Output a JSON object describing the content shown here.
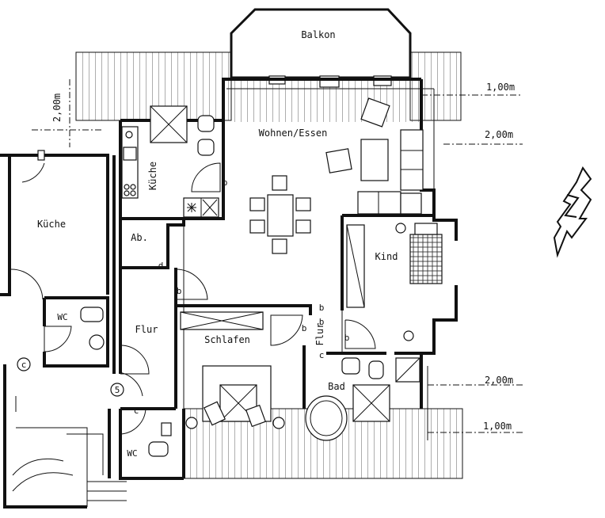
{
  "rooms": {
    "balkon": "Balkon",
    "wohnen": "Wohnen/Essen",
    "kueche_main": "Küche",
    "kueche_left": "Küche",
    "ab": "Ab.",
    "flur_main": "Flur",
    "flur_right": "Flur",
    "schlafen": "Schlafen",
    "kind": "Kind",
    "bad": "Bad",
    "wc_left": "WC",
    "wc_bottom": "WC"
  },
  "door_marks": {
    "b1": "b",
    "b2": "b",
    "b3": "b",
    "b4": "b",
    "b5": "b",
    "b6": "b",
    "c1": "c",
    "c2": "c",
    "d1": "d"
  },
  "circle_marks": {
    "c_circle": "c",
    "five_circle": "5"
  },
  "dimensions": {
    "top_right_1": "1,00m",
    "top_right_2": "2,00m",
    "left_vertical": "2,00m",
    "bottom_right_1": "2,00m",
    "bottom_right_2": "1,00m"
  },
  "north_symbol": "N",
  "colors": {
    "line": "#111111",
    "background": "#ffffff"
  }
}
